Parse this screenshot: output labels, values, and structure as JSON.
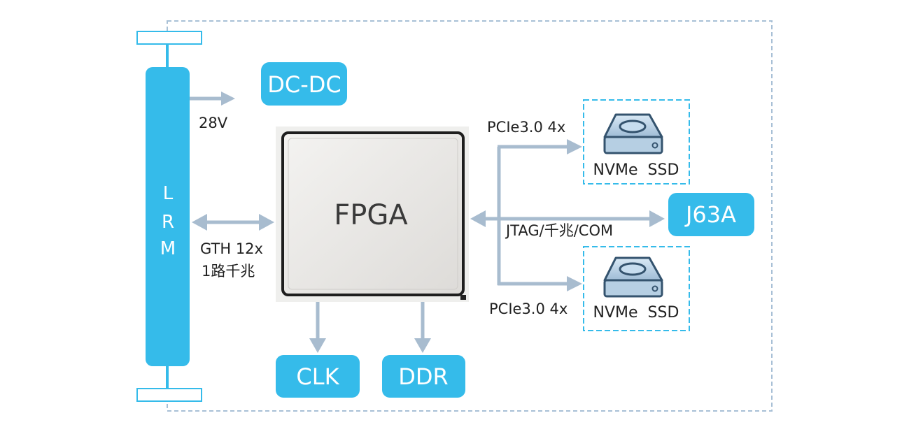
{
  "colors": {
    "accent": "#35bbea",
    "arrow": "#a8bccf",
    "border_dashed": "#a8c0d6",
    "ssd_border": "#35bbea"
  },
  "lrm": {
    "letters": [
      "L",
      "R",
      "M"
    ]
  },
  "blocks": {
    "dcdc": "DC-DC",
    "fpga": "FPGA",
    "clk": "CLK",
    "ddr": "DDR",
    "j63a": "J63A"
  },
  "ssd_top": {
    "label": "NVMe  SSD",
    "icon": "hard-drive-icon"
  },
  "ssd_bottom": {
    "label": "NVMe  SSD",
    "icon": "hard-drive-icon"
  },
  "labels": {
    "voltage": "28V",
    "gth_line1": "GTH 12x",
    "gth_line2": "1路千兆",
    "pcie_top": "PCIe3.0 4x",
    "pcie_bottom": "PCIe3.0 4x",
    "jtag": "JTAG/千兆/COM"
  }
}
